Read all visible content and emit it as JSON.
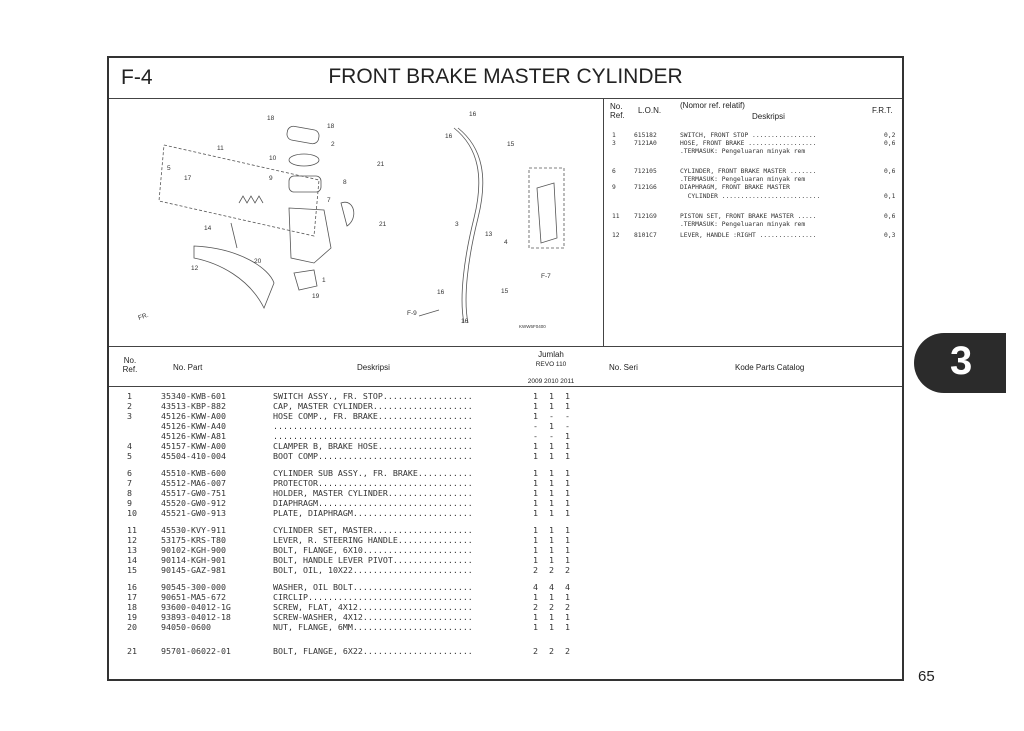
{
  "header": {
    "section_code": "F-4",
    "title": "FRONT BRAKE MASTER CYLINDER"
  },
  "diagram": {
    "callouts": [
      "18",
      "18",
      "2",
      "10",
      "11",
      "5",
      "17",
      "9",
      "8",
      "7",
      "21",
      "21",
      "14",
      "12",
      "20",
      "1",
      "19",
      "16",
      "16",
      "15",
      "3",
      "13",
      "4",
      "16",
      "15",
      "16",
      "F-7",
      "F-9",
      "FR."
    ],
    "figure_code": "KWW6F0400"
  },
  "ref_table": {
    "headers": {
      "no_ref": "No. Ref.",
      "lon": "L.O.N.",
      "nomor": "(Nomor ref. relatif)",
      "deskripsi": "Deskripsi",
      "frt": "F.R.T."
    },
    "rows": [
      {
        "ref": "1",
        "lon": "615182",
        "desc": "SWITCH, FRONT STOP .................",
        "frt": "0,2"
      },
      {
        "ref": "3",
        "lon": "7121A0",
        "desc": "HOSE, FRONT BRAKE ..................",
        "frt": "0,6"
      },
      {
        "ref": "",
        "lon": "",
        "desc": ".TERMASUK: Pengeluaran minyak rem",
        "frt": ""
      },
      {
        "ref": "6",
        "lon": "712105",
        "desc": "CYLINDER, FRONT BRAKE MASTER .......",
        "frt": "0,6"
      },
      {
        "ref": "",
        "lon": "",
        "desc": ".TERMASUK: Pengeluaran minyak rem",
        "frt": ""
      },
      {
        "ref": "9",
        "lon": "7121G6",
        "desc": "DIAPHRAGM, FRONT BRAKE MASTER",
        "frt": ""
      },
      {
        "ref": "",
        "lon": "",
        "desc": "  CYLINDER ..........................",
        "frt": "0,1"
      },
      {
        "ref": "11",
        "lon": "7121G9",
        "desc": "PISTON SET, FRONT BRAKE MASTER .....",
        "frt": "0,6"
      },
      {
        "ref": "",
        "lon": "",
        "desc": ".TERMASUK: Pengeluaran minyak rem",
        "frt": ""
      },
      {
        "ref": "12",
        "lon": "8101C7",
        "desc": "LEVER, HANDLE :RIGHT ...............",
        "frt": "0,3"
      }
    ]
  },
  "parts_table": {
    "headers": {
      "no_ref": "No. Ref.",
      "no_part": "No. Part",
      "deskripsi": "Deskripsi",
      "jumlah": "Jumlah",
      "model": "REVO 110",
      "years": "2009 2010 2011",
      "no_seri": "No. Seri",
      "kode": "Kode Parts Catalog"
    },
    "rows": [
      {
        "ref": "1",
        "part": "35340-KWB-601",
        "desc": "SWITCH ASSY., FR. STOP..................",
        "q1": "1",
        "q2": "1",
        "q3": "1"
      },
      {
        "ref": "2",
        "part": "43513-KBP-882",
        "desc": "CAP, MASTER CYLINDER....................",
        "q1": "1",
        "q2": "1",
        "q3": "1"
      },
      {
        "ref": "3",
        "part": "45126-KWW-A00",
        "desc": "HOSE COMP., FR. BRAKE...................",
        "q1": "1",
        "q2": "-",
        "q3": "-"
      },
      {
        "ref": "",
        "part": "45126-KWW-A40",
        "desc": "........................................",
        "q1": "-",
        "q2": "1",
        "q3": "-"
      },
      {
        "ref": "",
        "part": "45126-KWW-A81",
        "desc": "........................................",
        "q1": "-",
        "q2": "-",
        "q3": "1"
      },
      {
        "ref": "4",
        "part": "45157-KWW-A00",
        "desc": "CLAMPER B, BRAKE HOSE...................",
        "q1": "1",
        "q2": "1",
        "q3": "1"
      },
      {
        "ref": "5",
        "part": "45504-410-004",
        "desc": "BOOT COMP...............................",
        "q1": "1",
        "q2": "1",
        "q3": "1"
      },
      {
        "ref": "6",
        "part": "45510-KWB-600",
        "desc": "CYLINDER SUB ASSY., FR. BRAKE...........",
        "q1": "1",
        "q2": "1",
        "q3": "1"
      },
      {
        "ref": "7",
        "part": "45512-MA6-007",
        "desc": "PROTECTOR...............................",
        "q1": "1",
        "q2": "1",
        "q3": "1"
      },
      {
        "ref": "8",
        "part": "45517-GW0-751",
        "desc": "HOLDER, MASTER CYLINDER.................",
        "q1": "1",
        "q2": "1",
        "q3": "1"
      },
      {
        "ref": "9",
        "part": "45520-GW0-912",
        "desc": "DIAPHRAGM...............................",
        "q1": "1",
        "q2": "1",
        "q3": "1"
      },
      {
        "ref": "10",
        "part": "45521-GW0-913",
        "desc": "PLATE, DIAPHRAGM........................",
        "q1": "1",
        "q2": "1",
        "q3": "1"
      },
      {
        "ref": "11",
        "part": "45530-KVY-911",
        "desc": "CYLINDER SET, MASTER....................",
        "q1": "1",
        "q2": "1",
        "q3": "1"
      },
      {
        "ref": "12",
        "part": "53175-KRS-T80",
        "desc": "LEVER, R. STEERING HANDLE...............",
        "q1": "1",
        "q2": "1",
        "q3": "1"
      },
      {
        "ref": "13",
        "part": "90102-KGH-900",
        "desc": "BOLT, FLANGE, 6X10......................",
        "q1": "1",
        "q2": "1",
        "q3": "1"
      },
      {
        "ref": "14",
        "part": "90114-KGH-901",
        "desc": "BOLT, HANDLE LEVER PIVOT................",
        "q1": "1",
        "q2": "1",
        "q3": "1"
      },
      {
        "ref": "15",
        "part": "90145-GAZ-981",
        "desc": "BOLT, OIL, 10X22........................",
        "q1": "2",
        "q2": "2",
        "q3": "2"
      },
      {
        "ref": "16",
        "part": "90545-300-000",
        "desc": "WASHER, OIL BOLT........................",
        "q1": "4",
        "q2": "4",
        "q3": "4"
      },
      {
        "ref": "17",
        "part": "90651-MA5-672",
        "desc": "CIRCLIP.................................",
        "q1": "1",
        "q2": "1",
        "q3": "1"
      },
      {
        "ref": "18",
        "part": "93600-04012-1G",
        "desc": "SCREW, FLAT, 4X12.......................",
        "q1": "2",
        "q2": "2",
        "q3": "2"
      },
      {
        "ref": "19",
        "part": "93893-04012-18",
        "desc": "SCREW-WASHER, 4X12......................",
        "q1": "1",
        "q2": "1",
        "q3": "1"
      },
      {
        "ref": "20",
        "part": "94050-0600",
        "desc": "NUT, FLANGE, 6MM........................",
        "q1": "1",
        "q2": "1",
        "q3": "1"
      },
      {
        "ref": "21",
        "part": "95701-06022-01",
        "desc": "BOLT, FLANGE, 6X22......................",
        "q1": "2",
        "q2": "2",
        "q3": "2"
      }
    ]
  },
  "side_tab": {
    "label": "3"
  },
  "page_number": "65",
  "colors": {
    "tab_bg": "#2b2b2b",
    "border": "#333333"
  }
}
